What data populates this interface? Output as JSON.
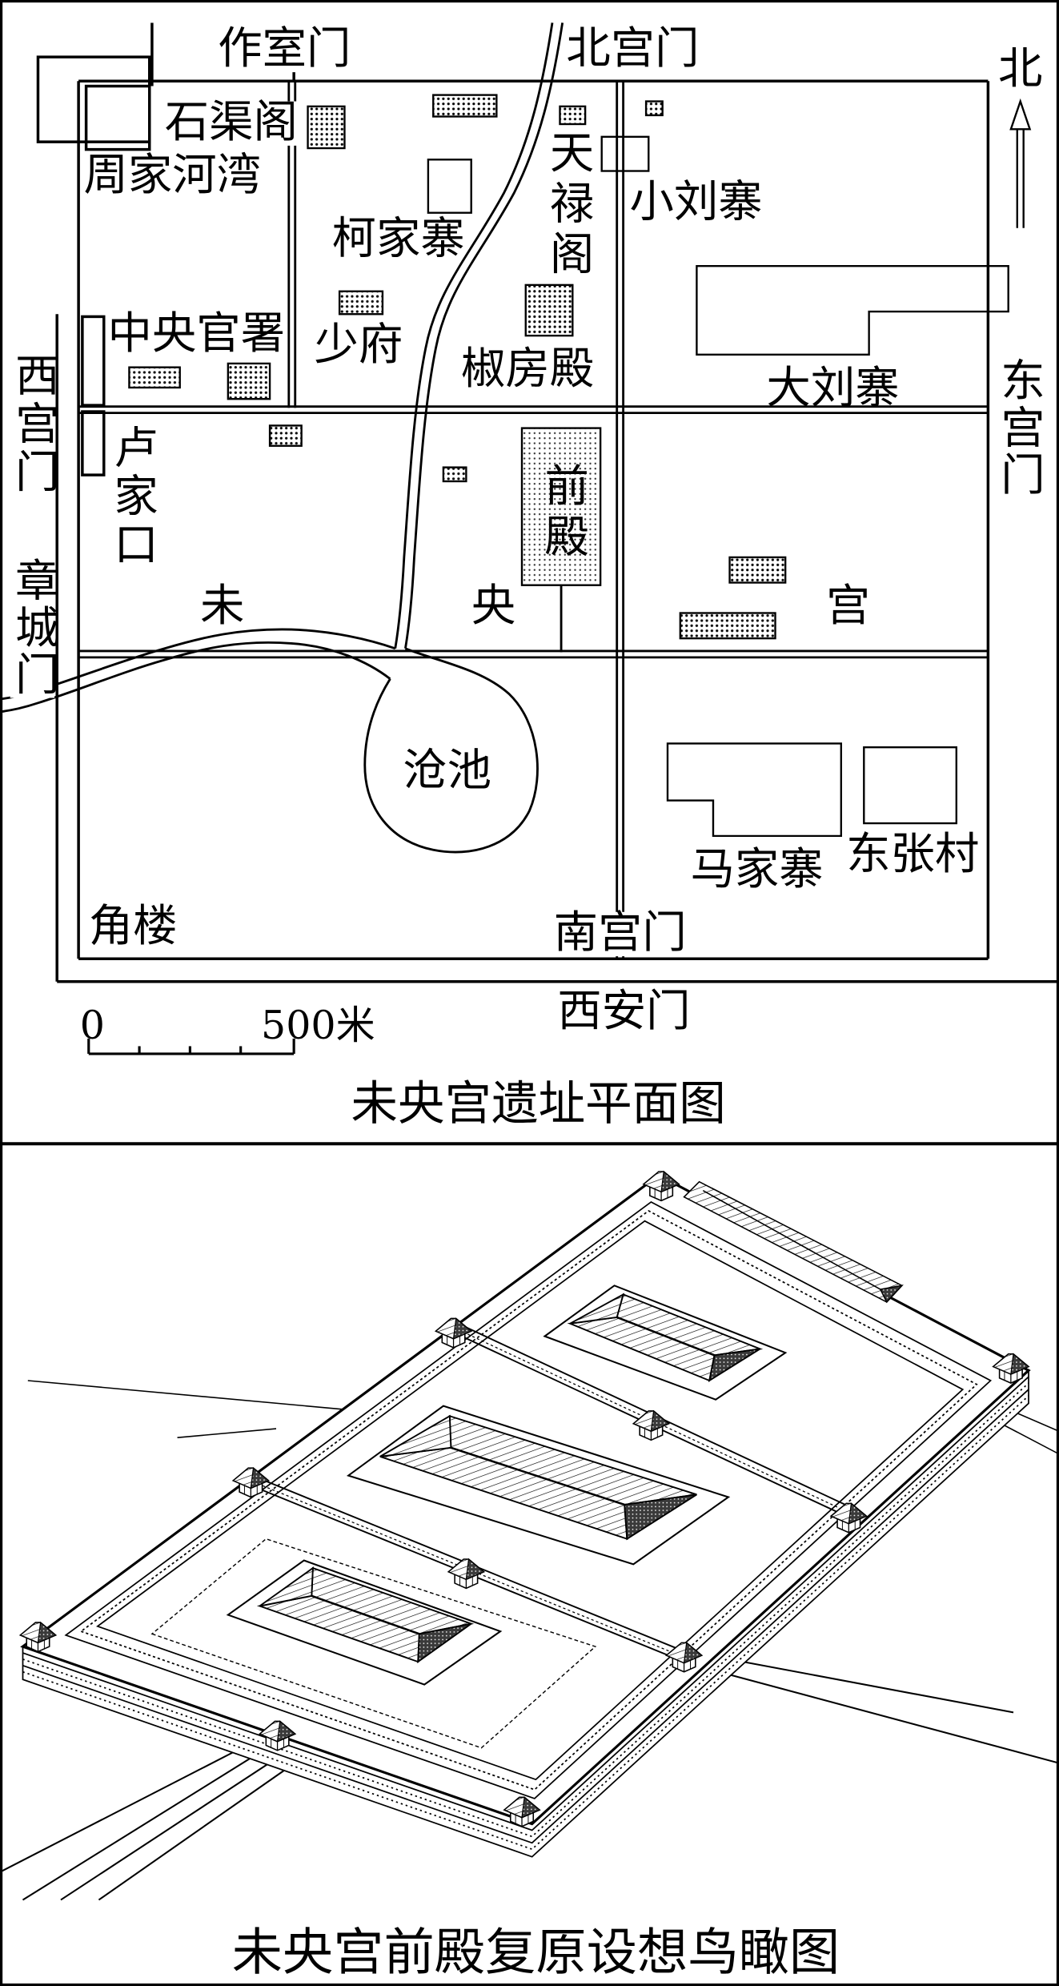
{
  "plan_map": {
    "gates": {
      "zuoshi_gate": "作室门",
      "north_gate": "北宫门",
      "west_gate": "西宫门",
      "east_gate": "东宫门",
      "south_gate": "南宫门",
      "zhangcheng_gate": "章城门",
      "xian_gate": "西安门"
    },
    "north_arrow": "北",
    "sites": {
      "shiqu_pavilion": "石渠阁",
      "zhoujia_hewan": "周家河湾",
      "tianlu_pavilion": "天禄阁",
      "xiaoliu_village": "小刘寨",
      "kejia_village": "柯家寨",
      "central_offices": "中央官署",
      "shaofu": "少府",
      "jiaofang_hall": "椒房殿",
      "daliu_village": "大刘寨",
      "lujiakou": "卢家口",
      "front_hall": "前殿",
      "cang_pond": "沧池",
      "majia_village": "马家寨",
      "dongzhang_village": "东张村",
      "corner_tower": "角楼"
    },
    "palace_name": [
      "未",
      "央",
      "宫"
    ],
    "scale": {
      "zero": "0",
      "end": "500米"
    },
    "title": "未央宫遗址平面图"
  },
  "aerial_view": {
    "caption": "未央宫前殿复原设想鸟瞰图"
  }
}
